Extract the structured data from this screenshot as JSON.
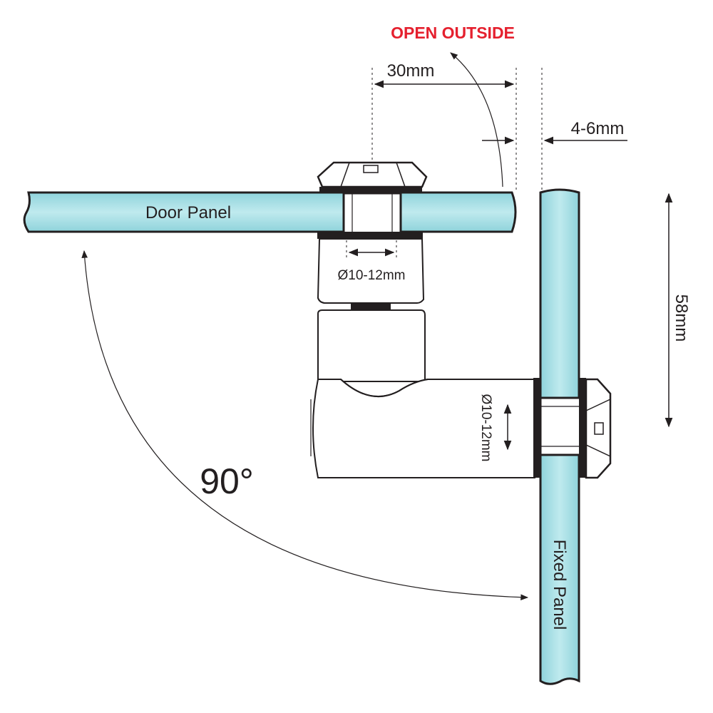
{
  "diagram": {
    "open_direction_label": "OPEN OUTSIDE",
    "gap_width_label": "30mm",
    "clearance_label": "4-6mm",
    "door_panel_label": "Door Panel",
    "fixed_panel_label": "Fixed Panel",
    "hole_diameter_door_label": "Ø10-12mm",
    "hole_diameter_fixed_label": "Ø10-12mm",
    "height_label": "58mm",
    "angle_label": "90°"
  },
  "colors": {
    "glass": "#a8e0e6",
    "outline": "#231f20",
    "accent_red": "#e5202e",
    "metal": "#ffffff"
  }
}
